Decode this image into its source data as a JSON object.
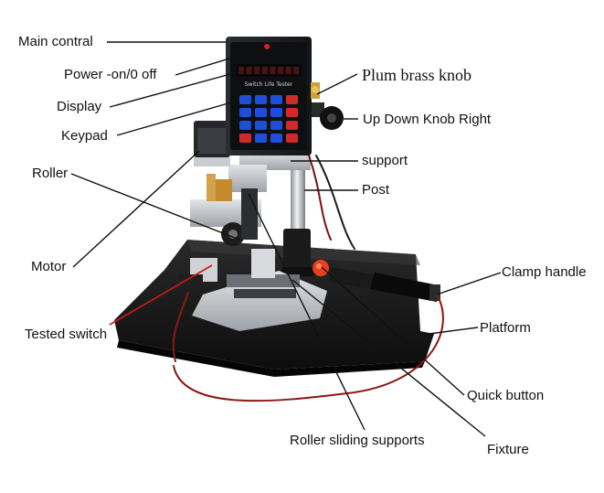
{
  "labels": {
    "main_control": "Main contral",
    "power": "Power -on/0 off",
    "display": "Display",
    "keypad": "Keypad",
    "roller": "Roller",
    "motor": "Motor",
    "tested_switch": "Tested switch",
    "plum_brass_knob": "Plum brass knob",
    "up_down_knob": "Up Down Knob Right",
    "support": "support",
    "post": "Post",
    "clamp_handle": "Clamp handle",
    "platform": "Platform",
    "quick_button": "Quick button",
    "roller_sliding_supports": "Roller sliding supports",
    "fixture": "Fixture"
  },
  "panel": {
    "title": "Switch Life Tester"
  },
  "colors": {
    "leader_line": "#111111",
    "red_leader": "#d01818",
    "platform": "#151515",
    "control_box": "#1b1d20",
    "key_blue": "#1e4fd8",
    "key_red": "#d02a2a",
    "quick_button": "#e8401c",
    "steel": "#b9bdc2"
  }
}
